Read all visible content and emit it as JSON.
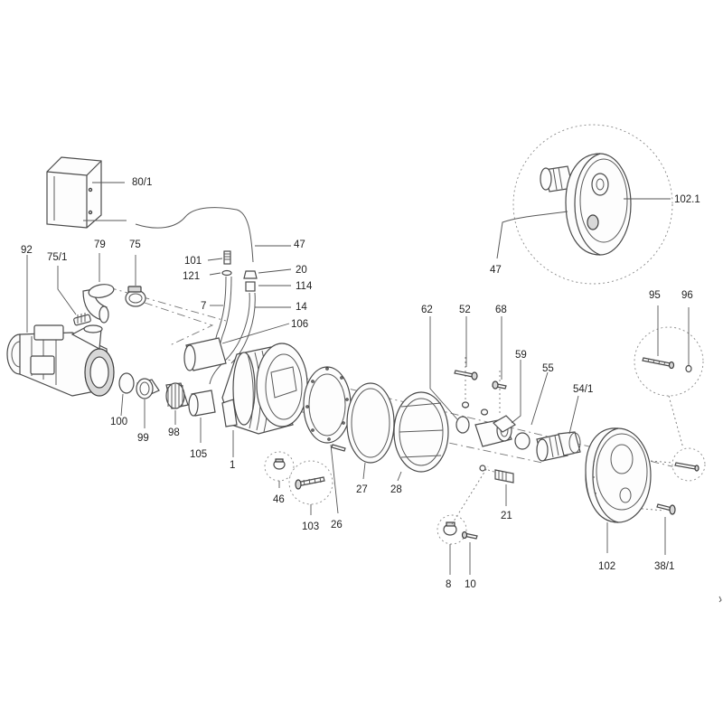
{
  "labels": {
    "control_box": "80/1",
    "pump_motor": "92",
    "elbow_clip": "75/1",
    "elbow": "79",
    "clamp_top": "75",
    "screw_fitting": "101",
    "washer_small": "121",
    "air_hose": "47",
    "air_hose_detail": "47",
    "nut_20": "20",
    "fitting_114": "114",
    "hose_14": "14",
    "pipe_7": "7",
    "pipe_106": "106",
    "o_ring_100": "100",
    "nut_99": "99",
    "ring_98": "98",
    "sleeve_105": "105",
    "housing_1": "1",
    "clip_46": "46",
    "screw_103": "103",
    "gasket_26": "26",
    "gasket_27": "27",
    "ring_28": "28",
    "o_ring_62": "62",
    "screw_52": "52",
    "screw_68": "68",
    "nozzle_59": "59",
    "o_ring_55": "55",
    "nozzle_body_54_1": "54/1",
    "screw_95": "95",
    "screw_96": "96",
    "cover_102": "102",
    "cover_assembly_102_1": "102.1",
    "screw_38_1": "38/1",
    "clamp_8": "8",
    "screw_10": "10",
    "fitting_21": "21"
  }
}
